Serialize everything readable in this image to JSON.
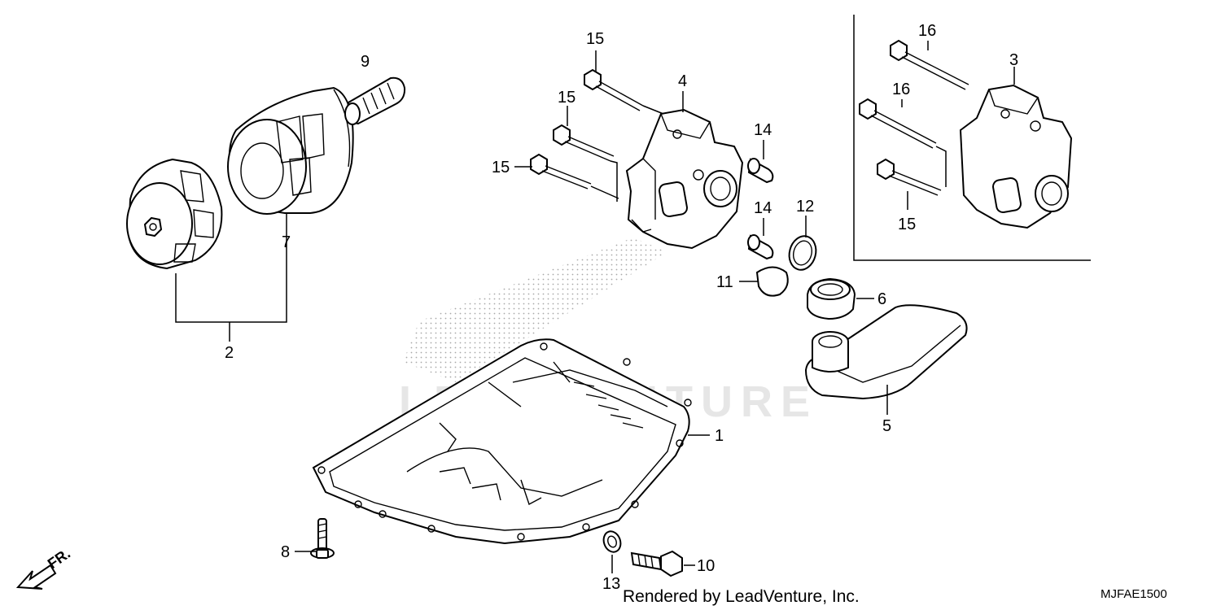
{
  "watermark": "LEADVENTURE",
  "footer": {
    "credit": "Rendered by LeadVenture, Inc.",
    "code": "MJFAE1500"
  },
  "direction_indicator": {
    "label": "FR.",
    "icon": "front-arrow-icon"
  },
  "callouts": {
    "c1": "1",
    "c2": "2",
    "c3": "3",
    "c4": "4",
    "c5": "5",
    "c6": "6",
    "c7": "7",
    "c8": "8",
    "c9": "9",
    "c10": "10",
    "c11": "11",
    "c12": "12",
    "c13": "13",
    "c14a": "14",
    "c14b": "14",
    "c15a": "15",
    "c15b": "15",
    "c15c": "15",
    "c15d": "15",
    "c16a": "16",
    "c16b": "16"
  },
  "parts": [
    {
      "ref": "1",
      "name": "oil-pan"
    },
    {
      "ref": "2",
      "name": "oil-filter-assembly"
    },
    {
      "ref": "3",
      "name": "oil-pump-assembly-inset"
    },
    {
      "ref": "4",
      "name": "oil-pump-assembly"
    },
    {
      "ref": "5",
      "name": "oil-strainer"
    },
    {
      "ref": "6",
      "name": "strainer-seal"
    },
    {
      "ref": "7",
      "name": "oil-filter-cartridge"
    },
    {
      "ref": "8",
      "name": "pan-flange-bolt"
    },
    {
      "ref": "9",
      "name": "filter-threaded-stud"
    },
    {
      "ref": "10",
      "name": "drain-bolt"
    },
    {
      "ref": "11",
      "name": "pump-gasket"
    },
    {
      "ref": "12",
      "name": "o-ring"
    },
    {
      "ref": "13",
      "name": "sealing-washer"
    },
    {
      "ref": "14",
      "name": "dowel-pin"
    },
    {
      "ref": "15",
      "name": "flange-bolt"
    },
    {
      "ref": "16",
      "name": "long-flange-bolt"
    }
  ]
}
